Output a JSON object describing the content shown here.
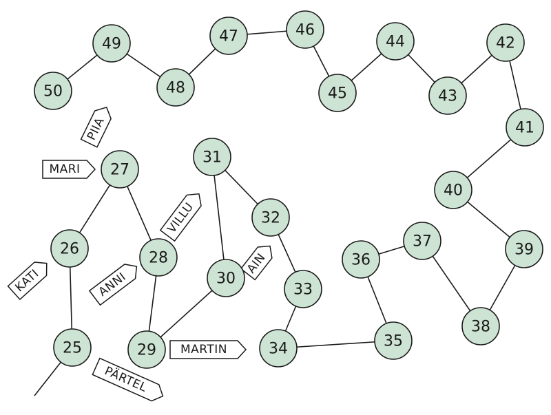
{
  "colors": {
    "node_fill": "#cde3d3",
    "stroke": "#1a1a1a",
    "tag_fill": "#ffffff"
  },
  "nodes": [
    {
      "id": "25",
      "label": "25"
    },
    {
      "id": "26",
      "label": "26"
    },
    {
      "id": "27",
      "label": "27"
    },
    {
      "id": "28",
      "label": "28"
    },
    {
      "id": "29",
      "label": "29"
    },
    {
      "id": "30",
      "label": "30"
    },
    {
      "id": "31",
      "label": "31"
    },
    {
      "id": "32",
      "label": "32"
    },
    {
      "id": "33",
      "label": "33"
    },
    {
      "id": "34",
      "label": "34"
    },
    {
      "id": "35",
      "label": "35"
    },
    {
      "id": "36",
      "label": "36"
    },
    {
      "id": "37",
      "label": "37"
    },
    {
      "id": "38",
      "label": "38"
    },
    {
      "id": "39",
      "label": "39"
    },
    {
      "id": "40",
      "label": "40"
    },
    {
      "id": "41",
      "label": "41"
    },
    {
      "id": "42",
      "label": "42"
    },
    {
      "id": "43",
      "label": "43"
    },
    {
      "id": "44",
      "label": "44"
    },
    {
      "id": "45",
      "label": "45"
    },
    {
      "id": "46",
      "label": "46"
    },
    {
      "id": "47",
      "label": "47"
    },
    {
      "id": "48",
      "label": "48"
    },
    {
      "id": "49",
      "label": "49"
    },
    {
      "id": "50",
      "label": "50"
    }
  ],
  "edges": [
    [
      "50",
      "49"
    ],
    [
      "49",
      "48"
    ],
    [
      "48",
      "47"
    ],
    [
      "47",
      "46"
    ],
    [
      "46",
      "45"
    ],
    [
      "45",
      "44"
    ],
    [
      "44",
      "43"
    ],
    [
      "43",
      "42"
    ],
    [
      "42",
      "41"
    ],
    [
      "41",
      "40"
    ],
    [
      "40",
      "39"
    ],
    [
      "39",
      "38"
    ],
    [
      "38",
      "37"
    ],
    [
      "37",
      "36"
    ],
    [
      "36",
      "35"
    ],
    [
      "35",
      "34"
    ],
    [
      "34",
      "33"
    ],
    [
      "33",
      "32"
    ],
    [
      "32",
      "31"
    ],
    [
      "31",
      "30"
    ],
    [
      "30",
      "29"
    ],
    [
      "29",
      "28"
    ],
    [
      "28",
      "27"
    ],
    [
      "27",
      "26"
    ],
    [
      "26",
      "25"
    ]
  ],
  "tags": [
    {
      "id": "piia",
      "name": "PIIA",
      "node": "27"
    },
    {
      "id": "mari",
      "name": "MARI",
      "node": "27"
    },
    {
      "id": "villu",
      "name": "VILLU",
      "node": "28"
    },
    {
      "id": "anni",
      "name": "ANNI",
      "node": "28"
    },
    {
      "id": "kati",
      "name": "KATI",
      "node": "26"
    },
    {
      "id": "ain",
      "name": "AIN",
      "node": "30"
    },
    {
      "id": "martin",
      "name": "MARTIN",
      "node": "29"
    },
    {
      "id": "partel",
      "name": "PÄRTEL",
      "node": "25"
    }
  ]
}
